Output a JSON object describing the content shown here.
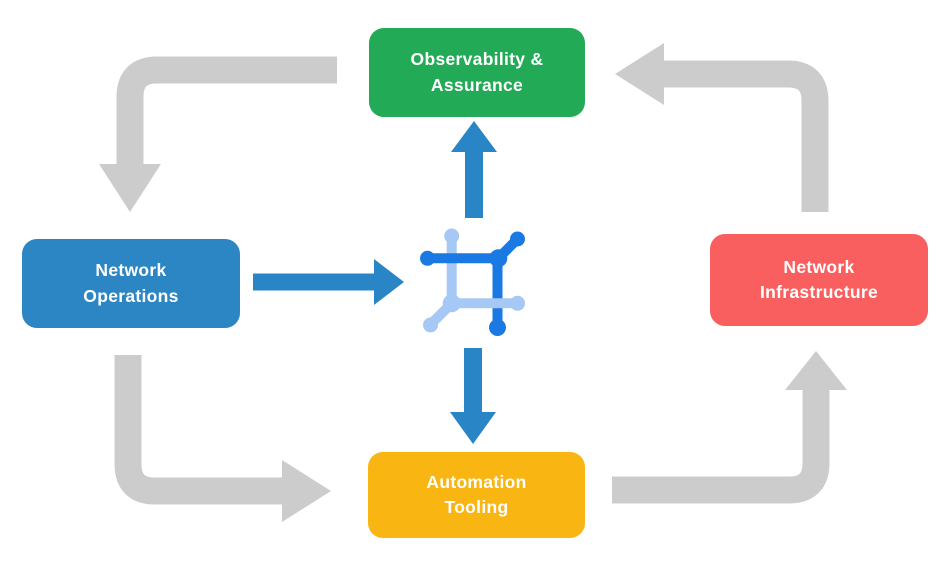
{
  "nodes": [
    {
      "id": "observability-assurance",
      "label": "Observability &\nAssurance",
      "color_key": "green"
    },
    {
      "id": "network-operations",
      "label": "Network\nOperations",
      "color_key": "blue"
    },
    {
      "id": "network-infrastructure",
      "label": "Network\nInfrastructure",
      "color_key": "red"
    },
    {
      "id": "automation-tooling",
      "label": "Automation\nTooling",
      "color_key": "yellow"
    }
  ],
  "center_icon": {
    "name": "network-automation-icon"
  },
  "edges": [
    {
      "from": "observability-assurance",
      "to": "network-operations",
      "color_key": "gray"
    },
    {
      "from": "network-operations",
      "to": "automation-tooling",
      "color_key": "gray"
    },
    {
      "from": "automation-tooling",
      "to": "network-infrastructure",
      "color_key": "gray"
    },
    {
      "from": "network-infrastructure",
      "to": "observability-assurance",
      "color_key": "gray"
    },
    {
      "from": "network-operations",
      "to": "network-automation-icon",
      "color_key": "blue"
    },
    {
      "from": "network-automation-icon",
      "to": "observability-assurance",
      "color_key": "blue"
    },
    {
      "from": "network-automation-icon",
      "to": "automation-tooling",
      "color_key": "blue"
    }
  ],
  "colors": {
    "green": "#23aa56",
    "blue": "#2c86c3",
    "red": "#f95f5f",
    "yellow": "#f9b512",
    "gray": "#cccccc",
    "blue_arrow": "#2a85c7",
    "icon_dark": "#1b79e4",
    "icon_light": "#a6c8f5",
    "text": "#ffffff"
  }
}
